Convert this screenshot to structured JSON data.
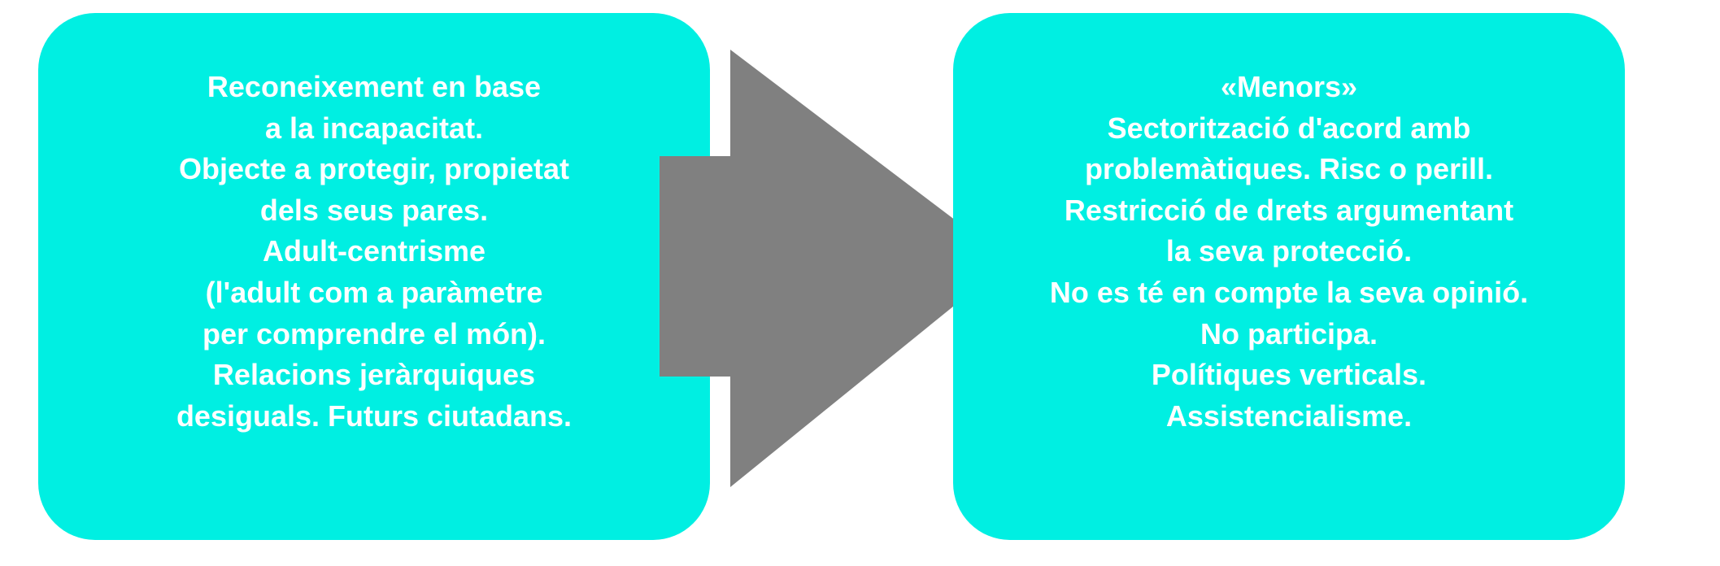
{
  "left_box": {
    "lines": [
      "Reconeixement en base",
      "a la incapacitat.",
      "Objecte a protegir, propietat",
      "dels seus pares.",
      "Adult-centrisme",
      "(l'adult com a paràmetre",
      "per comprendre el món).",
      "Relacions jeràrquiques",
      "desiguals. Futurs ciutadans."
    ]
  },
  "right_box": {
    "lines": [
      "«Menors»",
      "Sectorització d'acord amb",
      "problemàtiques. Risc o perill.",
      "Restricció de drets argumentant",
      "la seva protecció.",
      "No es té en compte la seva opinió.",
      "No participa.",
      "Polítiques verticals.",
      "Assistencialisme."
    ]
  },
  "colors": {
    "box": "#00efe2",
    "arrow": "#808080",
    "text": "#ffffff"
  }
}
